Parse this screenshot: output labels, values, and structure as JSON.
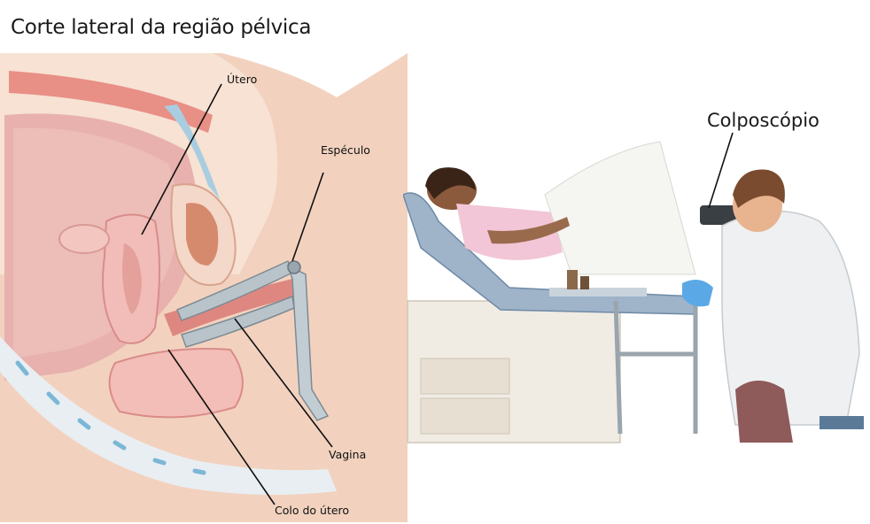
{
  "left_panel": {
    "title": "Corte lateral da região pélvica",
    "labels": {
      "utero": "Útero",
      "especulo": "Espéculo",
      "vagina": "Vagina",
      "colo": "Colo do útero"
    }
  },
  "right_panel": {
    "labels": {
      "colposcopio": "Colposcópio"
    }
  },
  "colors": {
    "skin": "#f0c6a8",
    "tissue_pink": "#e9a9a2",
    "organ_pink": "#f3c4c0",
    "uterus_inner": "#d98a78",
    "speculum": "#a9b4bc",
    "table_blue": "#9fb3c9",
    "coat_white": "#eef0f2",
    "glove_blue": "#5aa9e6"
  }
}
